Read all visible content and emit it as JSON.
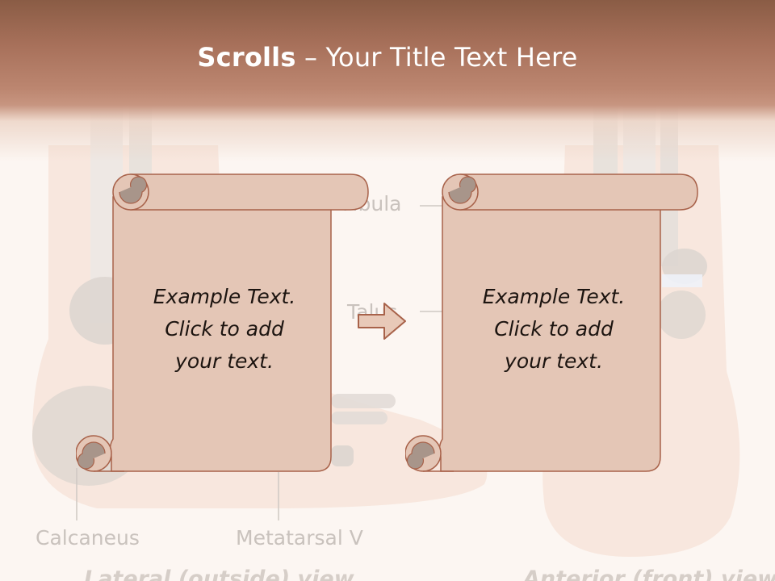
{
  "slide": {
    "title_bold": "Scrolls",
    "title_dash": " – ",
    "title_rest": "Your Title Text Here"
  },
  "background": {
    "labels": {
      "fibula": "Fibula",
      "talus": "Talus",
      "calcaneus": "Calcaneus",
      "metatarsal": "Metatarsal V"
    },
    "captions": {
      "lateral": "Lateral (outside) view",
      "anterior": "Anterior (front) view"
    }
  },
  "scrolls": [
    {
      "line1": "Example  Text.",
      "line2": "Click  to add",
      "line3": "your text."
    },
    {
      "line1": "Example  Text.",
      "line2": "Click  to add",
      "line3": "your text."
    }
  ],
  "colors": {
    "header_dark": "#8a5c45",
    "header_light": "#c79580",
    "scroll_fill": "#e4c6b6",
    "scroll_stroke": "#a8624a",
    "curl_fill": "#a8958a",
    "arrow_fill": "#e8c9b8"
  },
  "icons": {
    "arrow": "right-arrow-icon",
    "scroll": "scroll-shape"
  }
}
